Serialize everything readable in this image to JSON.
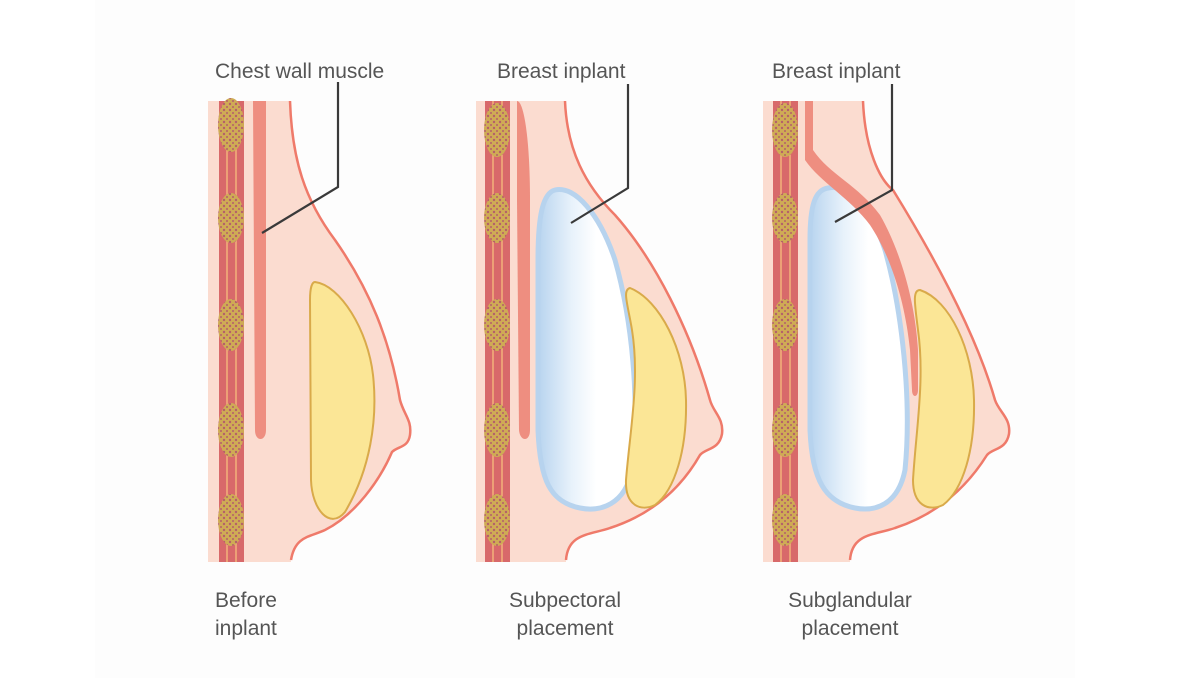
{
  "colors": {
    "skin_fill": "#fbdcd0",
    "skin_outline": "#ef7a6a",
    "rib_band": "#d8696a",
    "muscle": "#ee8e80",
    "rib_oval": "#cfab55",
    "gland_fill": "#fbe696",
    "gland_outline": "#d9aa4a",
    "implant_edge": "#b7d3ee",
    "leader_line": "#3a3a3a",
    "text": "#555555"
  },
  "panels": [
    {
      "id": "before",
      "callout": "Chest wall muscle",
      "caption": [
        "Before",
        "inplant"
      ]
    },
    {
      "id": "subpectoral",
      "callout": "Breast inplant",
      "caption": [
        "Subpectoral",
        "placement"
      ]
    },
    {
      "id": "subglandular",
      "callout": "Breast inplant",
      "caption": [
        "Subglandular",
        "placement"
      ]
    }
  ]
}
